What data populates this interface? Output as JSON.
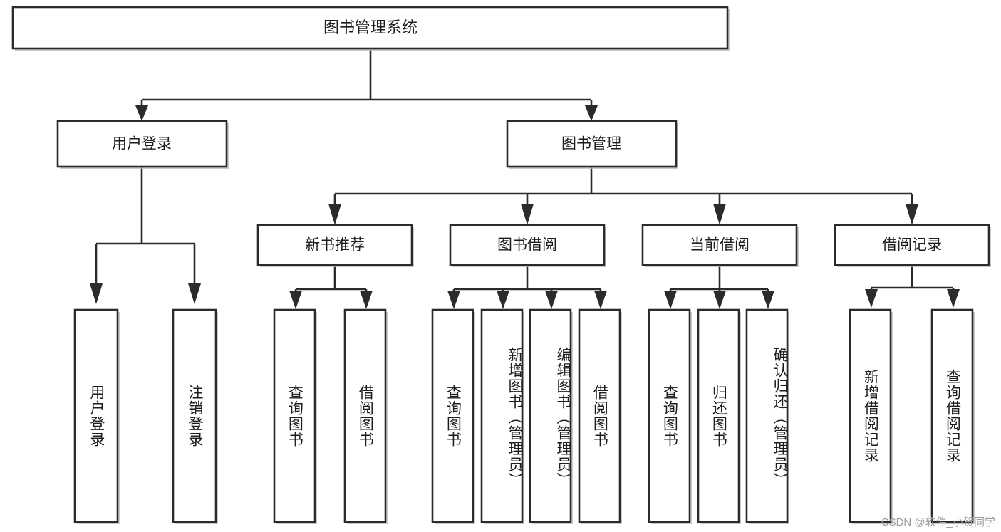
{
  "diagram": {
    "title": "图书管理系统",
    "type": "tree-hierarchy",
    "root": {
      "label": "图书管理系统",
      "orientation": "horizontal"
    },
    "level2": [
      {
        "label": "用户登录",
        "orientation": "horizontal"
      },
      {
        "label": "图书管理",
        "orientation": "horizontal"
      }
    ],
    "level3": [
      {
        "label": "新书推荐",
        "orientation": "horizontal",
        "parent": "图书管理"
      },
      {
        "label": "图书借阅",
        "orientation": "horizontal",
        "parent": "图书管理"
      },
      {
        "label": "当前借阅",
        "orientation": "horizontal",
        "parent": "图书管理"
      },
      {
        "label": "借阅记录",
        "orientation": "horizontal",
        "parent": "图书管理"
      }
    ],
    "leaves": {
      "user_login": [
        {
          "label": "用户登录",
          "orientation": "vertical"
        },
        {
          "label": "注销登录",
          "orientation": "vertical"
        }
      ],
      "new_book_recommend": [
        {
          "label": "查询图书",
          "orientation": "vertical"
        },
        {
          "label": "借阅图书",
          "orientation": "vertical"
        }
      ],
      "book_borrow": [
        {
          "label": "查询图书",
          "orientation": "vertical"
        },
        {
          "label": "新增图书（管理员）",
          "orientation": "vertical"
        },
        {
          "label": "编辑图书（管理员）",
          "orientation": "vertical"
        },
        {
          "label": "借阅图书",
          "orientation": "vertical"
        }
      ],
      "current_borrow": [
        {
          "label": "查询图书",
          "orientation": "vertical"
        },
        {
          "label": "归还图书",
          "orientation": "vertical"
        },
        {
          "label": "确认归还（管理员）",
          "orientation": "vertical"
        }
      ],
      "borrow_record": [
        {
          "label": "新增借阅记录",
          "orientation": "vertical"
        },
        {
          "label": "查询借阅记录",
          "orientation": "vertical"
        }
      ]
    }
  },
  "watermark": {
    "text": "CSDN @软件_小贺同学"
  },
  "colors": {
    "background": "#ffffff",
    "box_fill": "#ffffff",
    "box_stroke": "#2b2b2b",
    "connector": "#2b2b2b",
    "text": "#1d1d1d",
    "watermark": "#9a9a9a",
    "shadow": "#b9b9b9"
  }
}
